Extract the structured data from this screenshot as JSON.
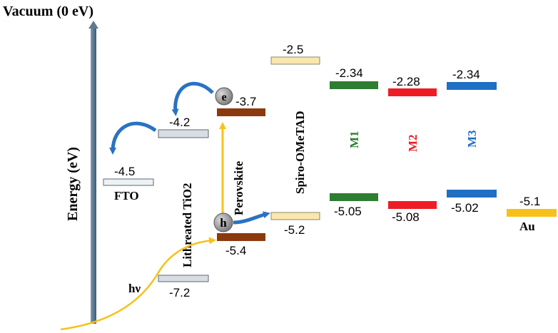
{
  "title": "Vacuum (0 eV)",
  "y_axis_label": "Energy (eV)",
  "materials": {
    "fto": "FTO",
    "tio2": "Lithreated TiO2",
    "perovskite": "Perovskite",
    "spiro": "Spiro-OMeTAD",
    "m1": "M1",
    "m2": "M2",
    "m3": "M3",
    "au": "Au"
  },
  "levels": {
    "fto": "-4.5",
    "tio2_cb": "-4.2",
    "tio2_vb": "-7.2",
    "pero_cb": "-3.7",
    "pero_vb": "-5.4",
    "spiro_lumo": "-2.5",
    "spiro_homo": "-5.2",
    "m1_lumo": "-2.34",
    "m1_homo": "-5.05",
    "m2_lumo": "-2.28",
    "m2_homo": "-5.08",
    "m3_lumo": "-2.34",
    "m3_homo": "-5.02",
    "au": "-5.1"
  },
  "carriers": {
    "electron": "e",
    "hole": "h"
  },
  "photon": "hν",
  "colors": {
    "axis": "#5c7a93",
    "light_gray": "#d9dde3",
    "brown": "#8b3a0e",
    "spiro": "#fae7ad",
    "m1": "#2e7d32",
    "m2": "#ee1c24",
    "m3": "#1f6fc5",
    "au": "#f6c21a",
    "arrow_blue": "#2a72c4",
    "arrow_yellow": "#f6c21a"
  }
}
